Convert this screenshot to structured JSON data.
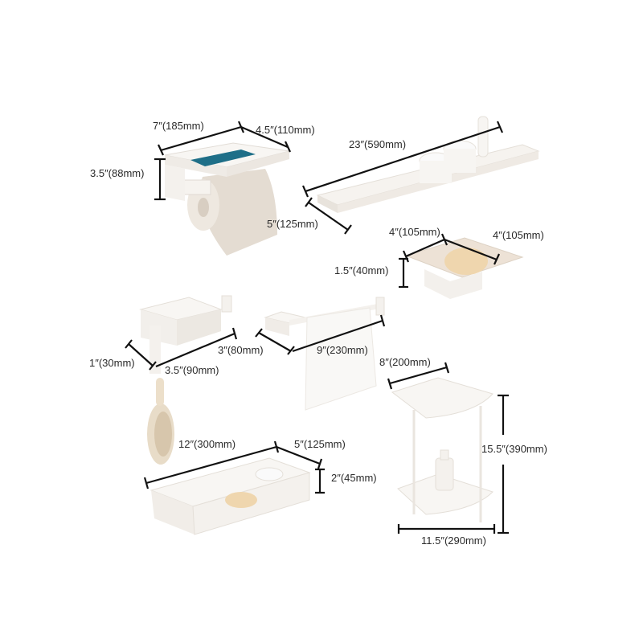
{
  "products": [
    {
      "name": "toilet-paper-holder-with-phone-shelf",
      "dims": {
        "length": "7″(185mm)",
        "depth": "4.5″(110mm)",
        "height": "3.5″(88mm)"
      }
    },
    {
      "name": "bathroom-shelf",
      "dims": {
        "length": "23″(590mm)",
        "depth": "5″(125mm)"
      }
    },
    {
      "name": "soap-dish",
      "dims": {
        "width": "4″(105mm)",
        "depth": "4″(105mm)",
        "height": "1.5″(40mm)"
      }
    },
    {
      "name": "double-robe-hook",
      "dims": {
        "depth": "1″(30mm)",
        "width": "3.5″(90mm)",
        "height": "3″(80mm)"
      }
    },
    {
      "name": "towel-bar",
      "dims": {
        "length": "9″(230mm)"
      }
    },
    {
      "name": "shower-basket",
      "dims": {
        "length": "12″(300mm)",
        "depth": "5″(125mm)",
        "height": "2″(45mm)"
      }
    },
    {
      "name": "corner-shelf-two-tier",
      "dims": {
        "side": "8″(200mm)",
        "height": "15.5″(390mm)",
        "width": "11.5″(290mm)"
      }
    }
  ],
  "colors": {
    "product": "#f6f3ef",
    "shadow": "#e3ddd6",
    "dimension_line": "#111111",
    "soap": "#efd6ae",
    "paper": "#e4dcd2"
  }
}
